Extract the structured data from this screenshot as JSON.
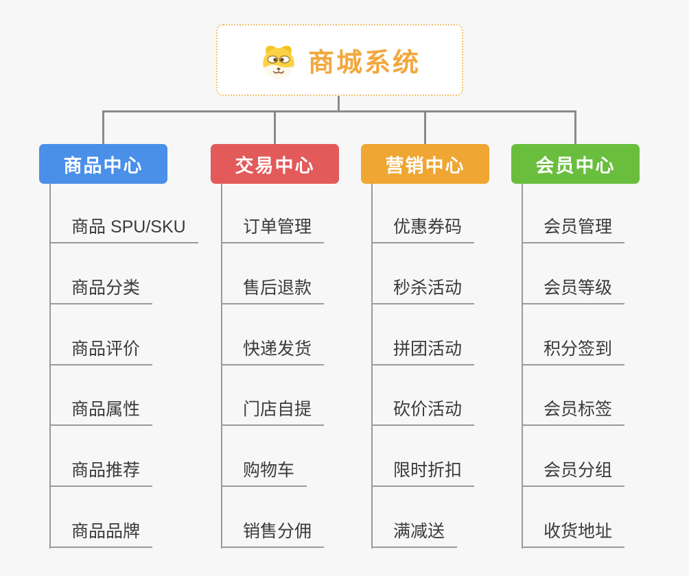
{
  "page": {
    "background": "#F7F7F7"
  },
  "connector": {
    "line_color": "#8A8A8A",
    "underline_color": "#9A9A9A"
  },
  "root": {
    "title": "商城系统",
    "title_color": "#F2A83E",
    "border_color": "#F5BE6B",
    "icon": "dog-face-icon"
  },
  "branches": [
    {
      "label": "商品中心",
      "color": "#4A8FE8",
      "items": [
        "商品 SPU/SKU",
        "商品分类",
        "商品评价",
        "商品属性",
        "商品推荐",
        "商品品牌"
      ]
    },
    {
      "label": "交易中心",
      "color": "#E25A5A",
      "items": [
        "订单管理",
        "售后退款",
        "快递发货",
        "门店自提",
        "购物车",
        "销售分佣"
      ]
    },
    {
      "label": "营销中心",
      "color": "#F0A632",
      "items": [
        "优惠券码",
        "秒杀活动",
        "拼团活动",
        "砍价活动",
        "限时折扣",
        "满减送"
      ]
    },
    {
      "label": "会员中心",
      "color": "#69BE3E",
      "items": [
        "会员管理",
        "会员等级",
        "积分签到",
        "会员标签",
        "会员分组",
        "收货地址"
      ]
    }
  ]
}
